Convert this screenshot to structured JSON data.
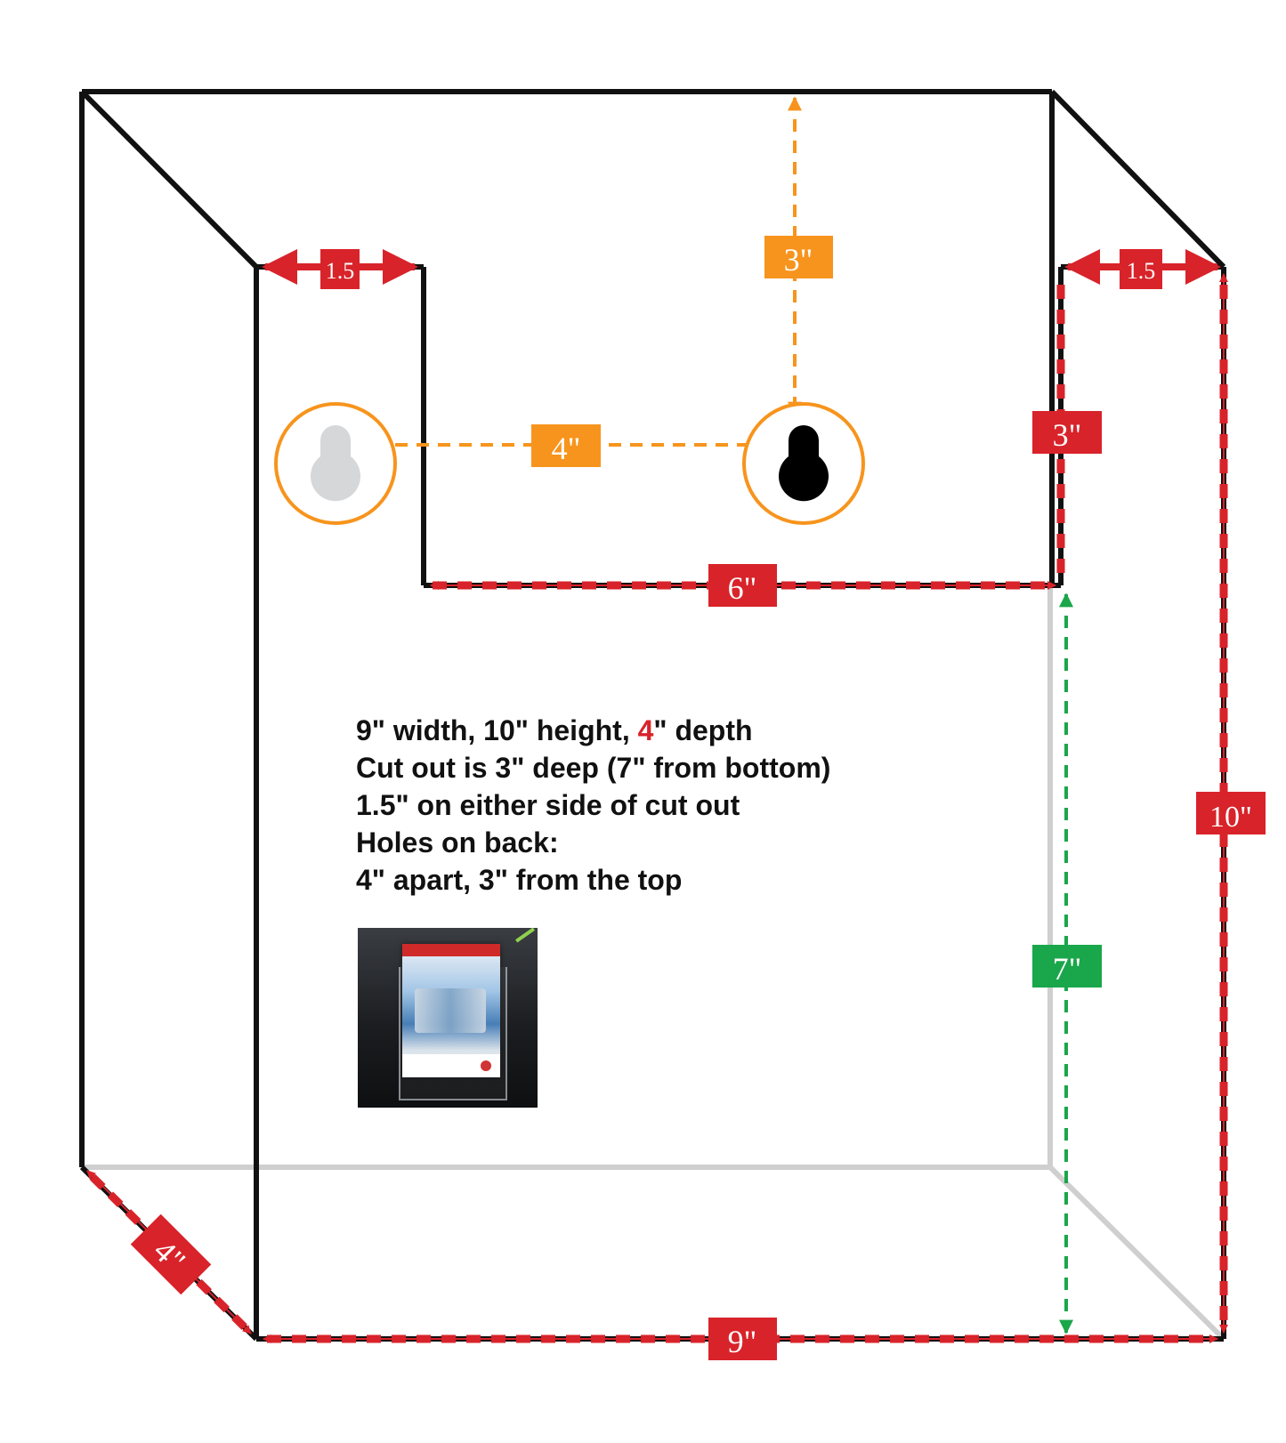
{
  "dimensions": {
    "top_depth_left": "1.5",
    "top_depth_right": "1.5",
    "hole_from_top": "3\"",
    "hole_spacing": "4\"",
    "cutout_depth_side": "3\"",
    "cutout_width": "6\"",
    "height": "10\"",
    "cutout_from_bottom": "7\"",
    "depth": "4\"",
    "width": "9\""
  },
  "notes": {
    "line1_a": "9\" width, 10\" height, ",
    "line1_accent": "4",
    "line1_b": "\" depth",
    "line2": "Cut out is 3\" deep (7\" from bottom)",
    "line3": "1.5\" on either side of cut out",
    "line4": "Holes on back:",
    "line5": "4\" apart, 3\" from the top"
  },
  "colors": {
    "outline": "#111111",
    "hidden_edge": "#cfcfcf",
    "dimension_red": "#d8232a",
    "dimension_orange": "#f7941d",
    "dimension_green": "#1aa64a",
    "hole_inactive": "#d5d7d9",
    "hole_active": "#000000"
  },
  "icons": {
    "hole_left": "keyhole-icon",
    "hole_right": "keyhole-icon",
    "product_photo": "brochure-holder-photo"
  }
}
